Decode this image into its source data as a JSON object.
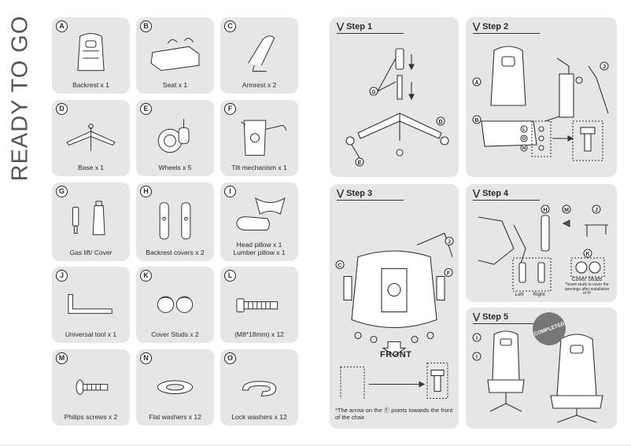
{
  "title": "READY TO GO",
  "parts": [
    {
      "letter": "A",
      "label": "Backrest x 1",
      "icon": "backrest-icon"
    },
    {
      "letter": "B",
      "label": "Seat x 1",
      "icon": "seat-icon"
    },
    {
      "letter": "C",
      "label": "Armrest x 2",
      "icon": "armrest-icon"
    },
    {
      "letter": "D",
      "label": "Base x 1",
      "icon": "base-icon"
    },
    {
      "letter": "E",
      "label": "Wheels x 5",
      "icon": "wheel-icon"
    },
    {
      "letter": "F",
      "label": "Tilt mechanism x 1",
      "icon": "tilt-mechanism-icon"
    },
    {
      "letter": "G",
      "label": "Gas lift/ Cover",
      "icon": "gas-lift-icon"
    },
    {
      "letter": "H",
      "label": "Backrest covers x 2",
      "icon": "backrest-covers-icon"
    },
    {
      "letter": "I",
      "label": "Head pillow x 1\nLumber pillow x 1",
      "icon": "pillow-icon"
    },
    {
      "letter": "J",
      "label": "Universal tool x 1",
      "icon": "universal-tool-icon"
    },
    {
      "letter": "K",
      "label": "Cover Studs x 2",
      "icon": "cover-studs-icon"
    },
    {
      "letter": "L",
      "label": "(M8*18mm) x 12",
      "icon": "bolt-icon"
    },
    {
      "letter": "M",
      "label": "Philips screws x 2",
      "icon": "philips-screw-icon"
    },
    {
      "letter": "N",
      "label": "Flat washers x 12",
      "icon": "flat-washer-icon"
    },
    {
      "letter": "O",
      "label": "Lock washers x 12",
      "icon": "lock-washer-icon"
    }
  ],
  "steps": {
    "s1": {
      "title": "Step 1"
    },
    "s2": {
      "title": "Step 2"
    },
    "s3": {
      "title": "Step 3",
      "front": "FRONT",
      "note": "*The arrow on the Ⓕ points towards the front of the chair."
    },
    "s4": {
      "title": "Step 4",
      "left": "Left",
      "right": "Right",
      "studs": "Cover Studs",
      "studs_note": "*Insert studs to cover the openings after installation of Ⓜ"
    },
    "s5": {
      "title": "Step 5",
      "stamp": "COMPLETED"
    }
  },
  "colors": {
    "card": "#e6e6e6",
    "ink": "#2a2a2a",
    "badge_bg": "#ffffff",
    "title": "#555555"
  }
}
